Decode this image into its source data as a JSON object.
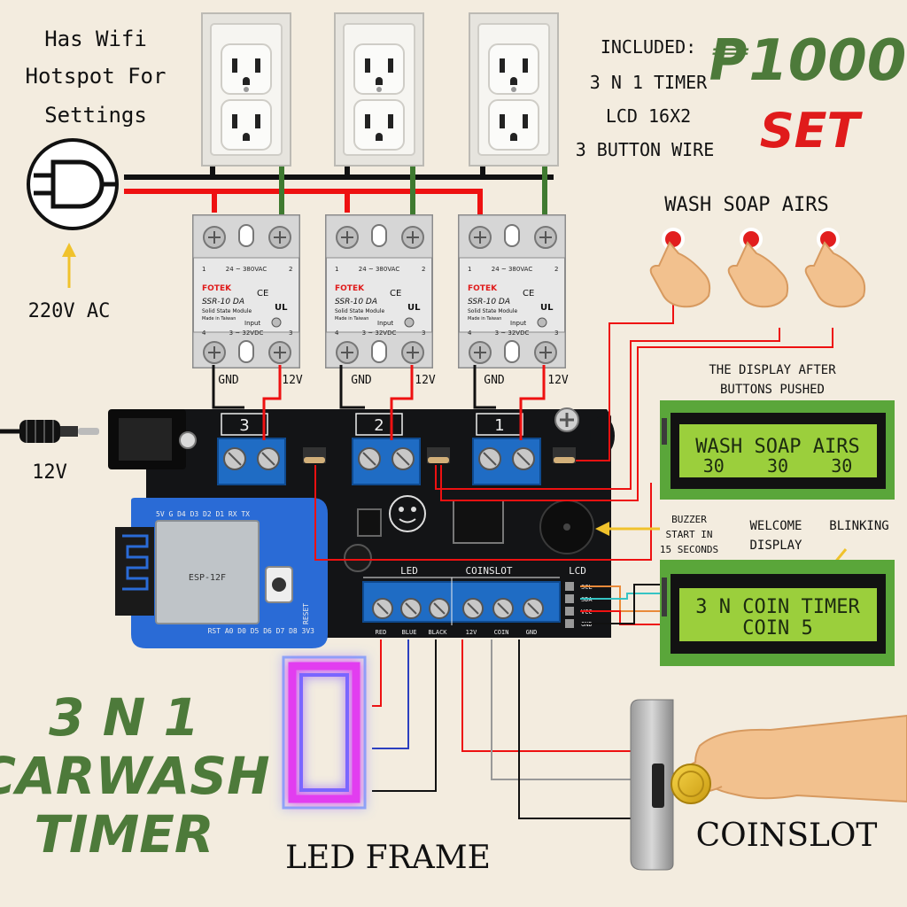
{
  "header": {
    "wifi_lines": [
      "Has Wifi",
      "Hotspot For",
      "Settings"
    ],
    "included_lines": [
      "INCLUDED:",
      "3 N 1 TIMER",
      "LCD 16X2",
      "3 BUTTON WIRE"
    ],
    "price": "₱1000",
    "price_sub": "SET"
  },
  "power": {
    "ac_label": "220V AC",
    "dc_label": "12V"
  },
  "relays": [
    {
      "brand": "FOTEK",
      "model": "SSR-10 DA",
      "desc": "Solid State Module",
      "made": "Made in Taiwan",
      "ac": "24 ~ 380VAC",
      "dc": "3 ~ 32VDC",
      "input": "Input",
      "gnd": "GND",
      "v": "12V",
      "num": "3"
    },
    {
      "brand": "FOTEK",
      "model": "SSR-10 DA",
      "desc": "Solid State Module",
      "made": "Made in Taiwan",
      "ac": "24 ~ 380VAC",
      "dc": "3 ~ 32VDC",
      "input": "Input",
      "gnd": "GND",
      "v": "12V",
      "num": "2"
    },
    {
      "brand": "FOTEK",
      "model": "SSR-10 DA",
      "desc": "Solid State Module",
      "made": "Made in Taiwan",
      "ac": "24 ~ 380VAC",
      "dc": "3 ~ 32VDC",
      "input": "Input",
      "gnd": "GND",
      "v": "12V",
      "num": "1"
    }
  ],
  "buttons": {
    "title": "WASH SOAP AIRS"
  },
  "display_after": {
    "caption_lines": [
      "THE DISPLAY AFTER",
      "BUTTONS  PUSHED"
    ],
    "line1": "WASH SOAP AIRS",
    "line2": "30    30    30"
  },
  "buzzer": {
    "lines": [
      "BUZZER",
      "START IN",
      "15 SECONDS"
    ]
  },
  "welcome": {
    "caption_lines": [
      "WELCOME",
      "DISPLAY"
    ],
    "blink": "BLINKING",
    "line1": "3 N COIN TIMER",
    "line2": "COIN 5"
  },
  "board": {
    "led_header": "LED",
    "coinslot_header": "COINSLOT",
    "lcd_header": "LCD",
    "terminal_labels": [
      "RED",
      "BLUE",
      "BLACK",
      "12V",
      "COIN",
      "GND"
    ],
    "lcd_pins": [
      "SCL",
      "SDA",
      "VCC",
      "GND"
    ],
    "module_pins_top": "5V  G  D4  D3  D2  D1  RX  TX",
    "module_pins_bottom": "RST  A0  D0  D5  D6  D7  D8  3V3",
    "module_reset": "RESET",
    "module_name": "ESP-12F",
    "lcd_module_pins": [
      "GND",
      "VCC",
      "SDA",
      "SCL"
    ]
  },
  "footer": {
    "title_lines": [
      "3 N 1",
      "CARWASH",
      "TIMER"
    ],
    "led_frame": "LED FRAME",
    "coinslot": "COINSLOT"
  },
  "colors": {
    "background": "#f3ecdf",
    "green": "#4d7a3a",
    "red": "#e01b1b",
    "wire_red": "#ee1111",
    "wire_green": "#3f7a30",
    "lcd_green": "#9bcf3c",
    "board": "#131416",
    "terminal_blue": "#1f6cc4"
  }
}
